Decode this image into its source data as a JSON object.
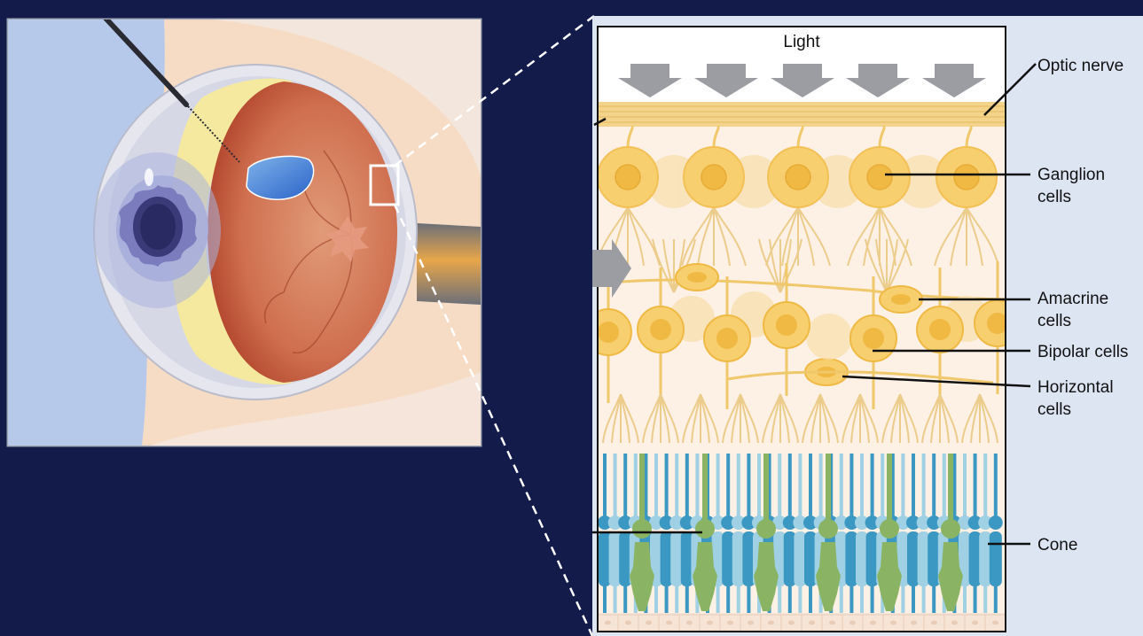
{
  "colors": {
    "background": "#131b4a",
    "retina_panel": "#dde5f3",
    "cell_yellow": "#f7cf6e",
    "rod_blue": "#3a98c3",
    "cone_green": "#8ab463",
    "eye_red": "#c86245"
  },
  "light_label": "Light",
  "labels": {
    "optic_nerve": "Optic nerve",
    "ganglion_1": "Ganglion",
    "ganglion_2": "cells",
    "amacrine_1": "Amacrine",
    "amacrine_2": "cells",
    "bipolar": "Bipolar cells",
    "horizontal_1": "Horizontal",
    "horizontal_2": "cells",
    "cone": "Cone"
  }
}
